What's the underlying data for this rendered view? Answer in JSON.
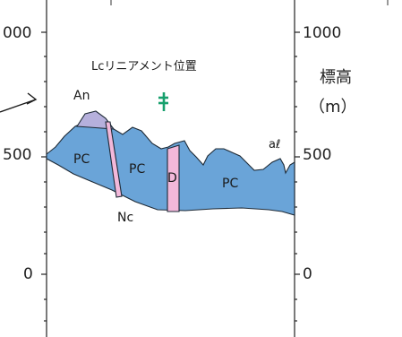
{
  "colors": {
    "pc": "#6aa4d8",
    "andesite": "#b6b0dc",
    "dike": "#f2b8da",
    "outline": "#1e2a36",
    "marker": "#17a06d"
  },
  "axes": {
    "left_ticks": [
      "000",
      "500",
      "0"
    ],
    "right_ticks": [
      "1000",
      "500",
      "0"
    ]
  },
  "legend": {
    "title": "Lcリニアメント位置",
    "elevation": "標高",
    "unit": "（m）"
  },
  "units": {
    "An": "An",
    "PC": "PC",
    "D": "D",
    "Nc": "Nc",
    "al": "aℓ"
  },
  "icons": {
    "lineament_marker": "lineament-marker-icon",
    "arrow": "arrow-icon"
  }
}
